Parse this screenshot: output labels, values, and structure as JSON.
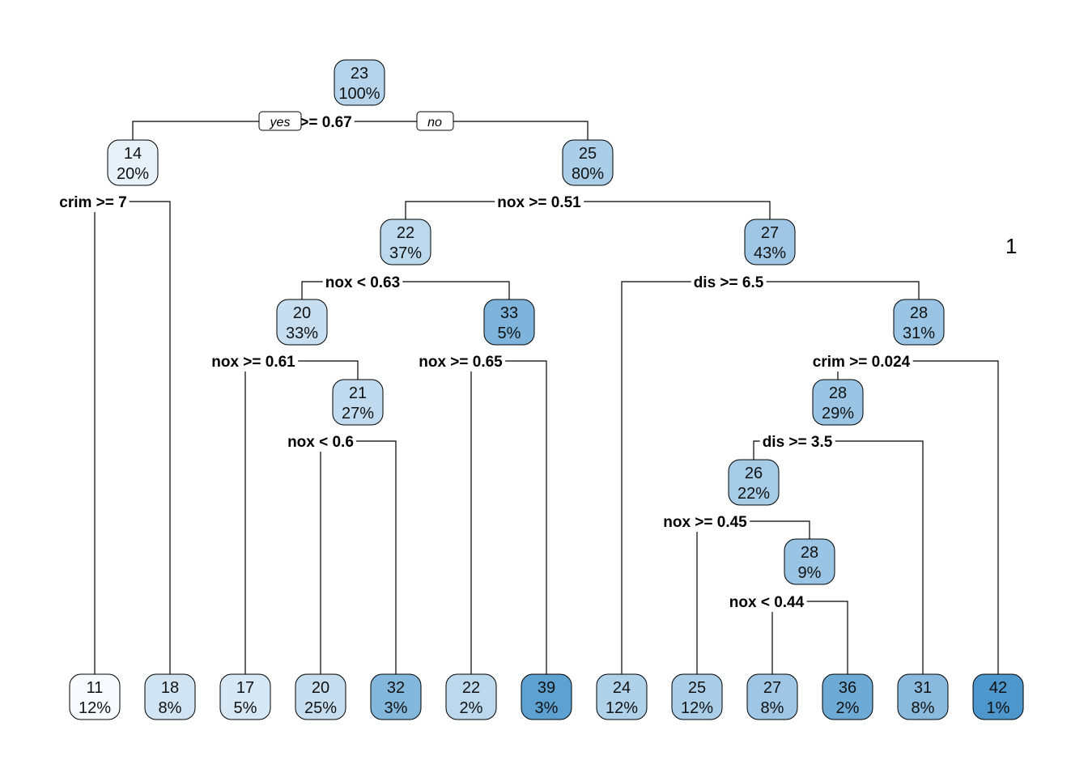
{
  "diagram": {
    "title": "",
    "corner_label": "1",
    "branch_labels": {
      "yes": "yes",
      "no": "no"
    },
    "colors": {
      "low": "#f7fbff",
      "high": "#4d97cc",
      "border": "#000000",
      "line": "#000000"
    },
    "nodes": [
      {
        "id": "n1",
        "value": "23",
        "pct": "100%",
        "split": "nox >= 0.67",
        "children": [
          "n2",
          "n3"
        ]
      },
      {
        "id": "n2",
        "value": "14",
        "pct": "20%",
        "split": "crim >= 7",
        "children": [
          "l1",
          "l2"
        ]
      },
      {
        "id": "n3",
        "value": "25",
        "pct": "80%",
        "split": "nox >= 0.51",
        "children": [
          "n4",
          "n5"
        ]
      },
      {
        "id": "n4",
        "value": "22",
        "pct": "37%",
        "split": "nox < 0.63",
        "children": [
          "n6",
          "n7"
        ]
      },
      {
        "id": "n5",
        "value": "27",
        "pct": "43%",
        "split": "dis >= 6.5",
        "children": [
          "l8",
          "n9"
        ]
      },
      {
        "id": "n6",
        "value": "20",
        "pct": "33%",
        "split": "nox >= 0.61",
        "children": [
          "l3",
          "n8"
        ]
      },
      {
        "id": "n7",
        "value": "33",
        "pct": "5%",
        "split": "nox >= 0.65",
        "children": [
          "l6",
          "l7"
        ]
      },
      {
        "id": "n8",
        "value": "21",
        "pct": "27%",
        "split": "nox < 0.6",
        "children": [
          "l4",
          "l5"
        ]
      },
      {
        "id": "n9",
        "value": "28",
        "pct": "31%",
        "split": "crim >= 0.024",
        "children": [
          "n10",
          "l13"
        ]
      },
      {
        "id": "n10",
        "value": "28",
        "pct": "29%",
        "split": "dis >= 3.5",
        "children": [
          "n11",
          "l12"
        ]
      },
      {
        "id": "n11",
        "value": "26",
        "pct": "22%",
        "split": "nox >= 0.45",
        "children": [
          "l9",
          "n12"
        ]
      },
      {
        "id": "n12",
        "value": "28",
        "pct": "9%",
        "split": "nox < 0.44",
        "children": [
          "l10",
          "l11"
        ]
      },
      {
        "id": "l1",
        "value": "11",
        "pct": "12%"
      },
      {
        "id": "l2",
        "value": "18",
        "pct": "8%"
      },
      {
        "id": "l3",
        "value": "17",
        "pct": "5%"
      },
      {
        "id": "l4",
        "value": "20",
        "pct": "25%"
      },
      {
        "id": "l5",
        "value": "32",
        "pct": "3%"
      },
      {
        "id": "l6",
        "value": "22",
        "pct": "2%"
      },
      {
        "id": "l7",
        "value": "39",
        "pct": "3%"
      },
      {
        "id": "l8",
        "value": "24",
        "pct": "12%"
      },
      {
        "id": "l9",
        "value": "25",
        "pct": "12%"
      },
      {
        "id": "l10",
        "value": "27",
        "pct": "8%"
      },
      {
        "id": "l11",
        "value": "36",
        "pct": "2%"
      },
      {
        "id": "l12",
        "value": "31",
        "pct": "8%"
      },
      {
        "id": "l13",
        "value": "42",
        "pct": "1%"
      }
    ]
  }
}
